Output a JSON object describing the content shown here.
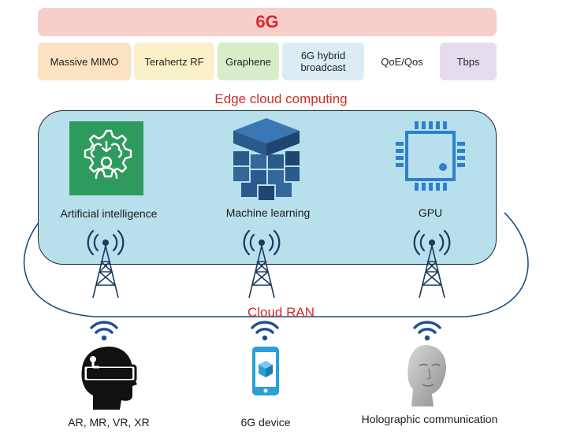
{
  "banner": {
    "title": "6G"
  },
  "technologies": [
    {
      "label": "Massive MIMO"
    },
    {
      "label": "Terahertz RF"
    },
    {
      "label": "Graphene"
    },
    {
      "label_line1": "6G hybrid",
      "label_line2": "broadcast"
    },
    {
      "label": "QoE/Qos"
    },
    {
      "label": "Tbps"
    }
  ],
  "edge": {
    "title": "Edge cloud computing",
    "items": [
      {
        "label": "Artificial intelligence",
        "icon": "ai-head-gear-icon"
      },
      {
        "label": "Machine learning",
        "icon": "cube-stack-icon"
      },
      {
        "label": "GPU",
        "icon": "chip-icon"
      }
    ]
  },
  "network": {
    "title": "Cloud RAN",
    "tower_icon": "radio-tower-icon",
    "wifi_icon": "wifi-icon"
  },
  "devices": [
    {
      "label": "AR, MR, VR, XR",
      "icon": "vr-headset-head-icon"
    },
    {
      "label": "6G device",
      "icon": "smartphone-icon"
    },
    {
      "label": "Holographic communication",
      "icon": "hologram-head-icon"
    }
  ],
  "colors": {
    "accent_red": "#d62828",
    "cloud_fill": "#b7e0ec",
    "ai_green": "#2f9a5e",
    "ml_blue": "#2b5a8c",
    "gpu_blue": "#2f7fd0"
  }
}
